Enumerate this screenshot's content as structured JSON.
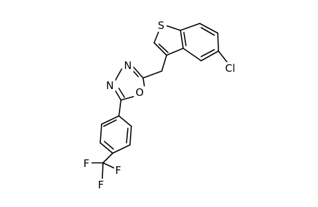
{
  "molecule": {
    "atoms": {
      "sulfur": "S",
      "chlorine": "Cl",
      "oxadiazole_n3": "N",
      "oxadiazole_n4": "N",
      "oxadiazole_o": "O",
      "fluorine_1": "F",
      "fluorine_2": "F",
      "fluorine_3": "F"
    }
  },
  "colors": {
    "bond": "#000000",
    "label": "#000000",
    "background": "#ffffff"
  }
}
